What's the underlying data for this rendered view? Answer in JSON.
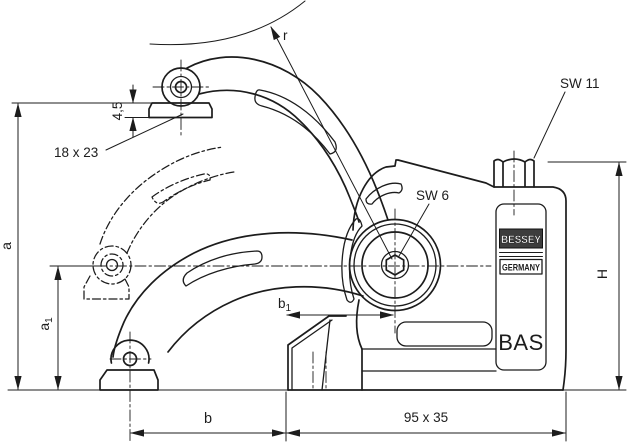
{
  "drawing": {
    "product": "BAS",
    "brand": "BESSEY",
    "origin": "GERMANY"
  },
  "labels": {
    "radius": "r",
    "hex_top": "SW 11",
    "hex_center": "SW 6",
    "pad_thickness": "4,5",
    "pad_size": "18 x 23",
    "dim_a": "a",
    "dim_a1_base": "a",
    "dim_a1_sub": "1",
    "dim_b": "b",
    "dim_b1_base": "b",
    "dim_b1_sub": "1",
    "dim_h": "H",
    "base_plate": "95 x 35"
  },
  "colors": {
    "line": "#1c1c1c",
    "background": "#ffffff",
    "logo_box": "#3d3d3d"
  }
}
